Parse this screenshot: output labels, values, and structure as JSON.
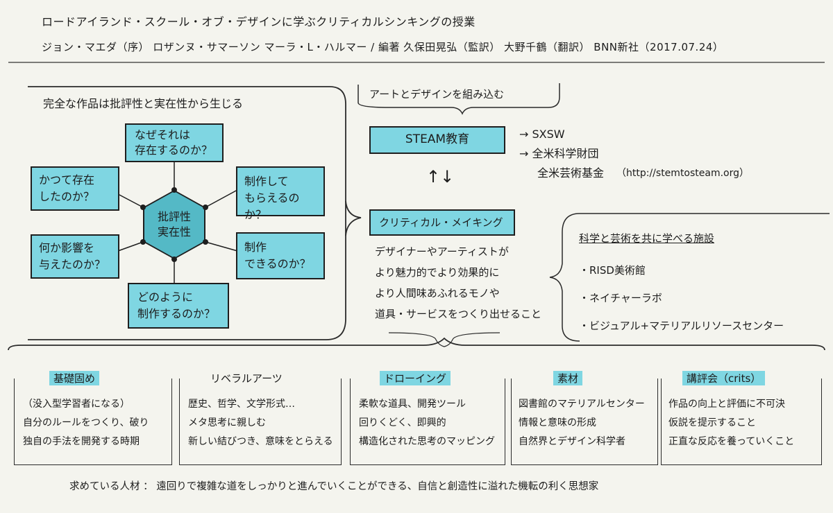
{
  "header": {
    "line1": "ロードアイランド・スクール・オブ・デザインに学ぶクリティカルシンキングの授業",
    "line2": "ジョン・マエダ（序） ロザンヌ・サマーソン マーラ・L・ハルマー / 編著 久保田晃弘（監訳） 大野千鶴（翻訳） BNN新社（2017.07.24）"
  },
  "left": {
    "title": "完全な作品は批評性と実在性から生じる",
    "hub": [
      "批評性",
      "実在性"
    ],
    "questions": [
      [
        "なぜそれは",
        "存在するのか？"
      ],
      [
        "制作して",
        "もらえるのか？"
      ],
      [
        "制作",
        "できるのか？"
      ],
      [
        "どのように",
        "制作するのか？"
      ],
      [
        "何か影響を",
        "与えたのか？"
      ],
      [
        "かつて存在",
        "したのか？"
      ]
    ]
  },
  "right": {
    "top_note": "アートとデザインを組み込む",
    "steam": "STEAM教育",
    "arrows_symbol": "↑↓",
    "links": [
      "→ SXSW",
      "→ 全米科学財団",
      "全米芸術基金",
      "（http://stemtosteam.org）"
    ],
    "critical": "クリティカル・メイキング",
    "desc": [
      "デザイナーやアーティストが",
      "より魅力的でより効果的に",
      "より人間味あふれるモノや",
      "道具・サービスをつくり出せること"
    ],
    "facilities_title": "科学と芸術を共に学べる施設",
    "facilities": [
      "・RISD美術館",
      "・ネイチャーラボ",
      "・ビジュアル+マテリアルリソースセンター"
    ]
  },
  "bottom": {
    "columns": [
      {
        "title": "基礎固め",
        "highlight": true,
        "lines": [
          "（没入型学習者になる）",
          "自分のルールをつくり、破り",
          "独自の手法を開発する時期"
        ]
      },
      {
        "title": "リベラルアーツ",
        "highlight": false,
        "lines": [
          "歴史、哲学、文学形式…",
          "メタ思考に親しむ",
          "新しい結びつき、意味をとらえる"
        ]
      },
      {
        "title": "ドローイング",
        "highlight": true,
        "lines": [
          "柔軟な道具、開発ツール",
          "回りくどく、即興的",
          "構造化された思考のマッピング"
        ]
      },
      {
        "title": "素材",
        "highlight": true,
        "lines": [
          "図書館のマテリアルセンター",
          "情報と意味の形成",
          "自然界とデザイン科学者"
        ]
      },
      {
        "title": "講評会（crits）",
        "highlight": true,
        "lines": [
          "作品の向上と評価に不可決",
          "仮説を提示すること",
          "正直な反応を養っていくこと"
        ]
      }
    ],
    "footer": "求めている人材 ： 遠回りで複雑な道をしっかりと進んでいくことができる、自信と創造性に溢れた機転の利く思想家"
  }
}
